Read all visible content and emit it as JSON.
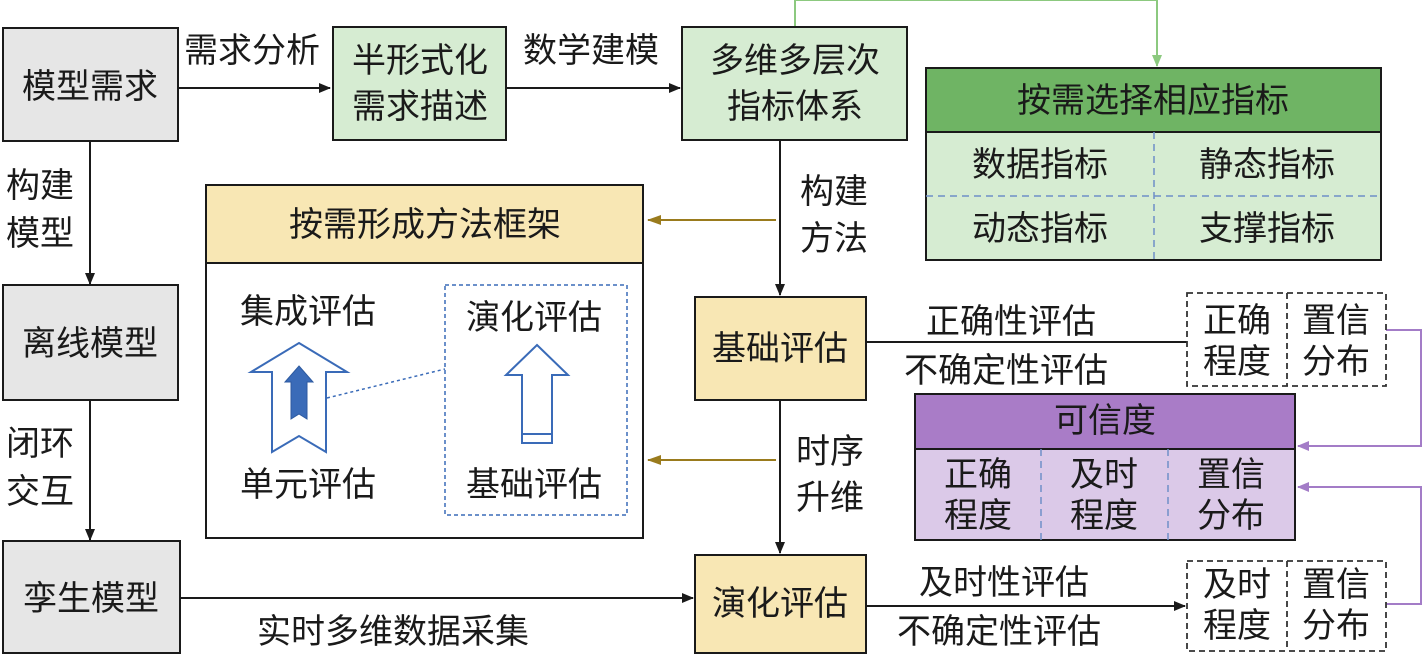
{
  "nodes": {
    "model_requirement": "模型需求",
    "semi_formal_line1": "半形式化",
    "semi_formal_line2": "需求描述",
    "multi_indicator_line1": "多维多层次",
    "multi_indicator_line2": "指标体系",
    "offline_model": "离线模型",
    "twin_model": "孪生模型",
    "basic_eval": "基础评估",
    "evolution_eval": "演化评估"
  },
  "edges": {
    "requirement_analysis": "需求分析",
    "math_modeling": "数学建模",
    "build_model_1": "构建",
    "build_model_2": "模型",
    "closed_loop_1": "闭环",
    "closed_loop_2": "交互",
    "build_method_1": "构建",
    "build_method_2": "方法",
    "time_upgrade_1": "时序",
    "time_upgrade_2": "升维",
    "realtime_collect": "实时多维数据采集",
    "correctness_eval": "正确性评估",
    "uncertainty_eval_top": "不确定性评估",
    "timeliness_eval": "及时性评估",
    "uncertainty_eval_bottom": "不确定性评估"
  },
  "indicator_panel": {
    "title": "按需选择相应指标",
    "cells": [
      "数据指标",
      "静态指标",
      "动态指标",
      "支撑指标"
    ]
  },
  "method_frame": {
    "title": "按需形成方法框架",
    "integrated_eval": "集成评估",
    "unit_eval": "单元评估",
    "evolution_eval": "演化评估",
    "basic_eval": "基础评估"
  },
  "result_top": {
    "col1_line1": "正确",
    "col1_line2": "程度",
    "col2_line1": "置信",
    "col2_line2": "分布"
  },
  "result_bottom": {
    "col1_line1": "及时",
    "col1_line2": "程度",
    "col2_line1": "置信",
    "col2_line2": "分布"
  },
  "credibility": {
    "title": "可信度",
    "col1_line1": "正确",
    "col1_line2": "程度",
    "col2_line1": "及时",
    "col2_line2": "程度",
    "col3_line1": "置信",
    "col3_line2": "分布"
  },
  "colors": {
    "gray_fill": "#e6e6e6",
    "green_fill": "#d6ecd2",
    "green_header": "#6fb464",
    "yellow_fill": "#f8e7b4",
    "purple_fill": "#dbc9e8",
    "purple_header": "#a97cc7",
    "blue_arrow": "#3a6bb8",
    "olive_arrow": "#9a7b1d",
    "green_line": "#8cc97f",
    "purple_line": "#a37cc7"
  }
}
